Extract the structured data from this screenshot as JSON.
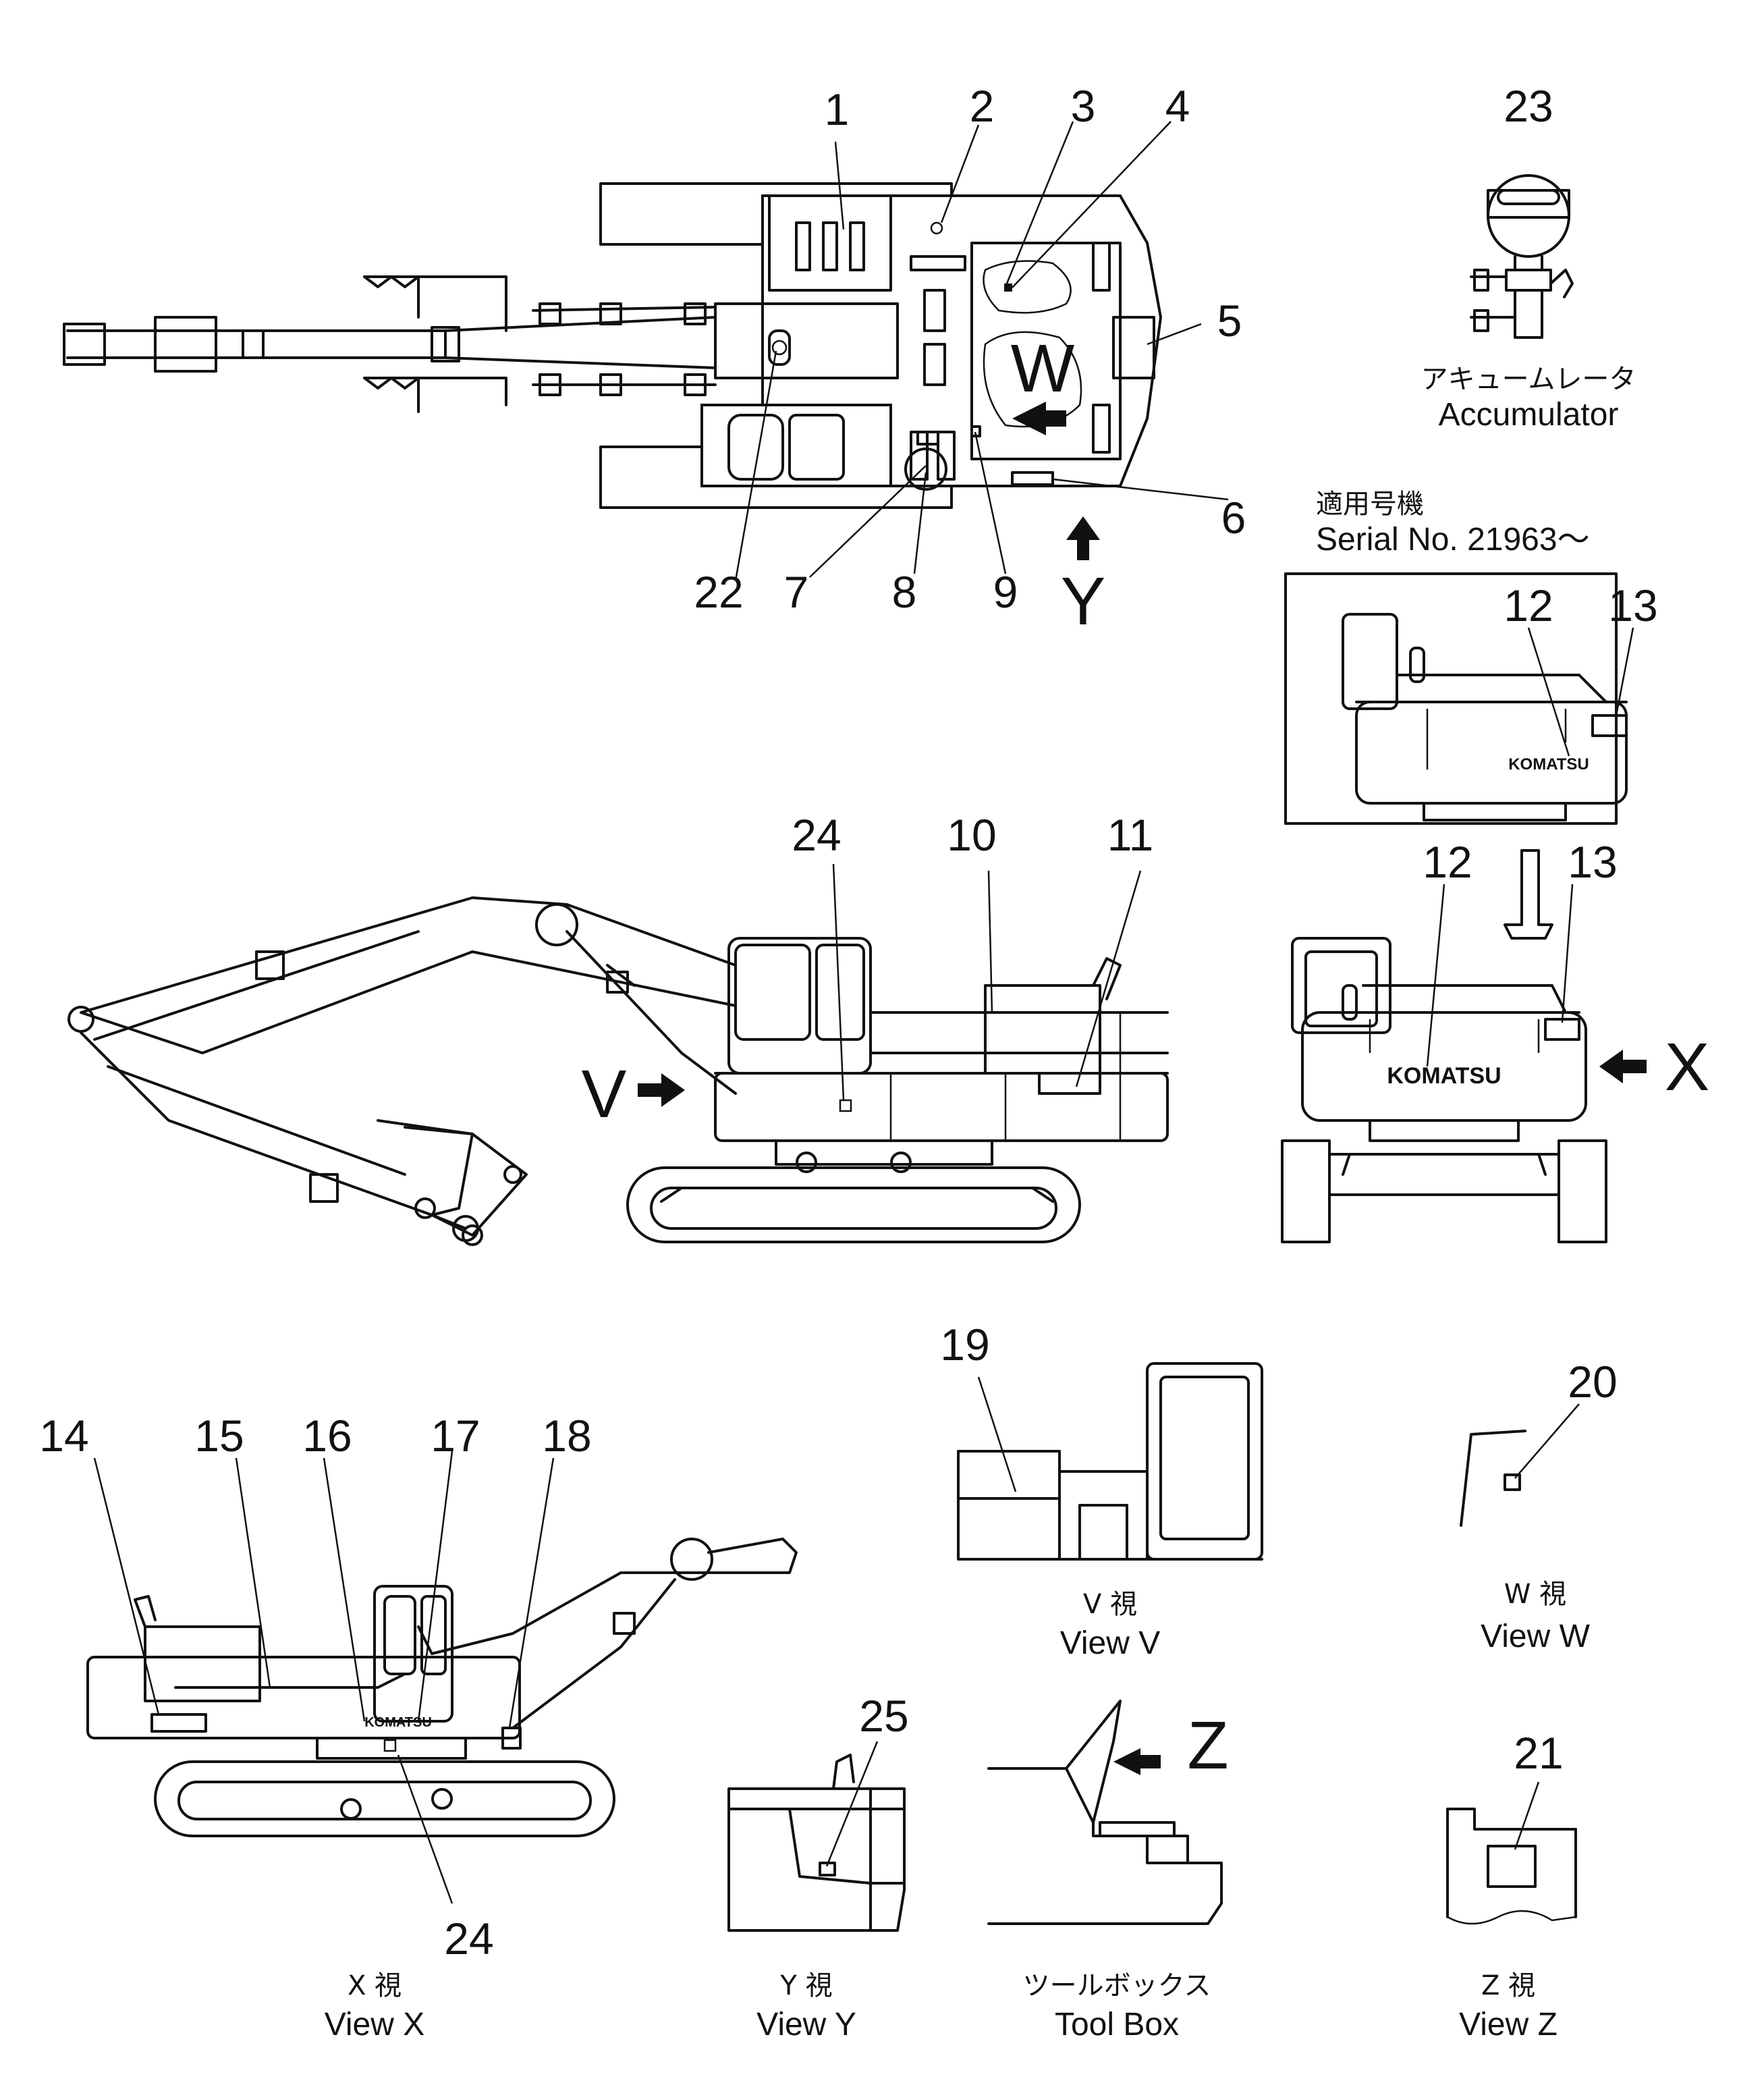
{
  "callouts": {
    "c1": "1",
    "c2": "2",
    "c3": "3",
    "c4": "4",
    "c5": "5",
    "c6": "6",
    "c7": "7",
    "c8": "8",
    "c9": "9",
    "c10": "10",
    "c11": "11",
    "c12a": "12",
    "c13a": "13",
    "c12b": "12",
    "c13b": "13",
    "c14": "14",
    "c15": "15",
    "c16": "16",
    "c17": "17",
    "c18": "18",
    "c19": "19",
    "c20": "20",
    "c21": "21",
    "c22": "22",
    "c23": "23",
    "c24a": "24",
    "c24b": "24",
    "c25": "25"
  },
  "arrows": {
    "W": "W",
    "Y": "Y",
    "V": "V",
    "X": "X",
    "Z": "Z"
  },
  "accumulator": {
    "jp": "アキュームレータ",
    "en": "Accumulator"
  },
  "serial": {
    "jp": "適用号機",
    "en": "Serial  No. 21963～"
  },
  "brand": {
    "komatsu": "KOMATSU",
    "komatsu_small": "KOMATSU"
  },
  "views": {
    "v": {
      "jp": "V  視",
      "en": "View  V"
    },
    "w": {
      "jp": "W  視",
      "en": "View  W"
    },
    "x": {
      "jp": "X  視",
      "en": "View  X"
    },
    "y": {
      "jp": "Y  視",
      "en": "View  Y"
    },
    "toolbox": {
      "jp": "ツールボックス",
      "en": "Tool  Box"
    },
    "z": {
      "jp": "Z  視",
      "en": "View  Z"
    }
  },
  "colors": {
    "ink": "#111111",
    "paper": "#ffffff"
  }
}
